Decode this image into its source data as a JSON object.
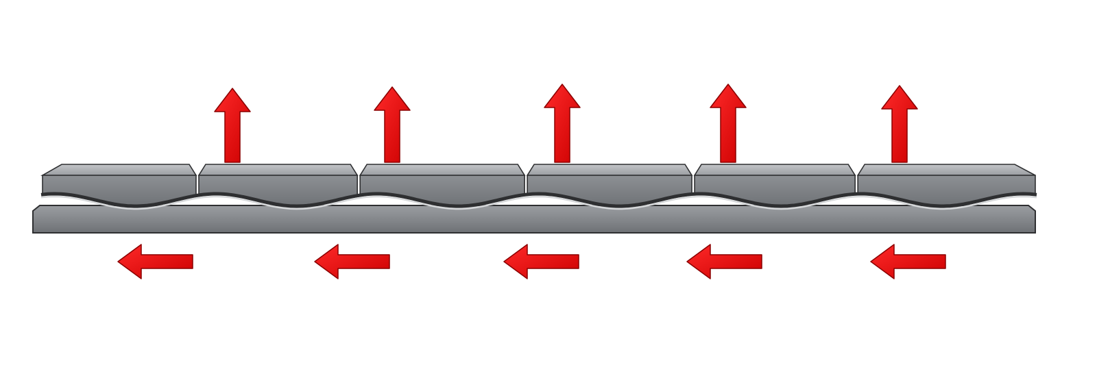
{
  "colors": {
    "background": "#ffffff",
    "arrow": "#e60000",
    "arrow_dark": "#8a0000",
    "block_top": "#a9acb0",
    "block_face": "#7c7f83",
    "plate_face": "#85888c",
    "edge": "#2e2f31",
    "highlight": "#d6d8da"
  },
  "upper_blocks": {
    "count": 6,
    "arrow_direction": "up"
  },
  "lower_plate": {
    "count": 1
  },
  "up_arrows": {
    "count": 5,
    "icon": "arrow-up-icon"
  },
  "left_arrows": {
    "count": 5,
    "icon": "arrow-left-icon"
  },
  "wave": {
    "crests": 6
  }
}
